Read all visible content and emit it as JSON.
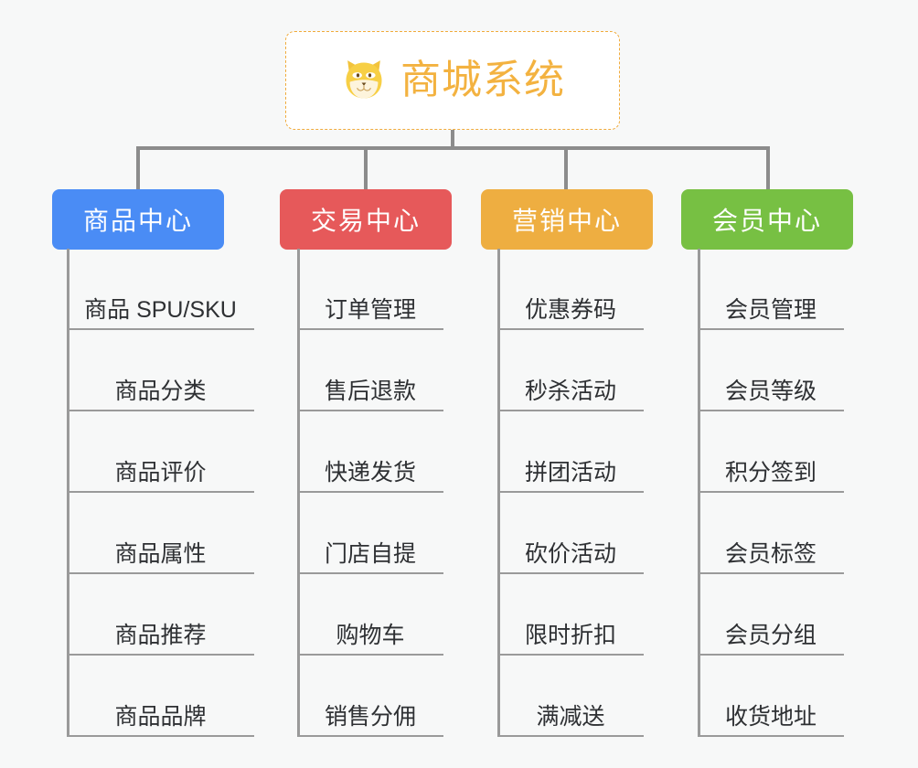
{
  "page": {
    "background_color": "#f7f8f8",
    "line_color": "#8c8c8c"
  },
  "root": {
    "title": "商城系统",
    "icon": "shiba-dog-face-icon",
    "text_color": "#f3b240",
    "border_color": "#f0ab3c",
    "background_color": "#ffffff"
  },
  "categories": [
    {
      "label": "商品中心",
      "color": "#4a8cf5",
      "items": [
        "商品 SPU/SKU",
        "商品分类",
        "商品评价",
        "商品属性",
        "商品推荐",
        "商品品牌"
      ]
    },
    {
      "label": "交易中心",
      "color": "#e6595a",
      "items": [
        "订单管理",
        "售后退款",
        "快递发货",
        "门店自提",
        "购物车",
        "销售分佣"
      ]
    },
    {
      "label": "营销中心",
      "color": "#eeae41",
      "items": [
        "优惠券码",
        "秒杀活动",
        "拼团活动",
        "砍价活动",
        "限时折扣",
        "满减送"
      ]
    },
    {
      "label": "会员中心",
      "color": "#77c043",
      "items": [
        "会员管理",
        "会员等级",
        "积分签到",
        "会员标签",
        "会员分组",
        "收货地址"
      ]
    }
  ]
}
